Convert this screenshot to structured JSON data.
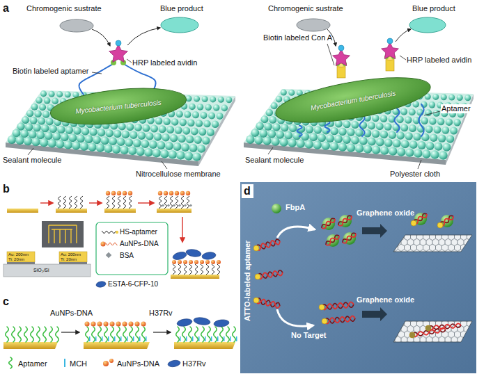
{
  "diagram": {
    "nodes": [
      {
        "text": [
          "Mycobacterium tuberculosis"
        ]
      },
      {
        "text": [
          "Mycobacterium tuberculosis"
        ]
      }
    ],
    "labels": [
      "a",
      "Chromogenic sustrate",
      "Blue product",
      "HRP labeled avidin",
      "Biotin labeled aptamer",
      "Sealant molecule",
      "Nitrocellulose membrane",
      "Chromogenic sustrate",
      "Blue product",
      "HRP labeled avidin",
      "Biotin labeled Con A",
      "Aptamer",
      "Sealant molecule",
      "Polyester cloth",
      "b",
      "c",
      "d",
      "Au: 200nm",
      "Ti: 20nm",
      "Au: 200nm",
      "Ti: 20nm",
      "SiO₂/Si",
      "AuNPs-DNA",
      "H37Rv",
      "FbpA",
      "Graphene oxide",
      "Graphene oxide",
      "ATTO-labeled aptamer",
      "No Target"
    ],
    "legend": [
      {
        "text": "HS-aptamer"
      },
      {
        "text": "AuNPs-DNA"
      },
      {
        "text": "BSA"
      },
      {
        "text": "ESTA-6-CFP-10"
      },
      {
        "text": "Aptamer"
      },
      {
        "text": "MCH"
      },
      {
        "text": "AuNPs-DNA"
      },
      {
        "text": "H37Rv"
      }
    ]
  }
}
